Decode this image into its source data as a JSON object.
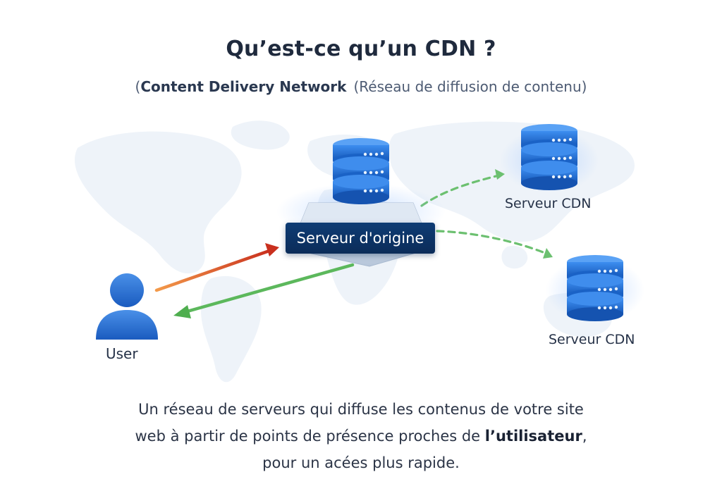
{
  "title": "Qu’est-ce qu’un CDN ?",
  "subtitle": {
    "open_paren": "(",
    "term": "Content Delivery Network",
    "translation": "(Réseau de diffusion de contenu)"
  },
  "nodes": {
    "origin_label": "Serveur d'origine",
    "cdn_1_label": "Serveur CDN",
    "cdn_2_label": "Serveur CDN",
    "user_label": "User"
  },
  "description": {
    "line1": "Un réseau de serveurs qui diffuse les contenus de votre site",
    "line2_before": "web à partir de points de présence proches de ",
    "line2_bold": "l’utilisateur",
    "line2_after": ",",
    "line3": "pour un acées plus rapide."
  },
  "colors": {
    "request_arrow": "#d9452a",
    "response_arrow": "#5cb85c",
    "server_blue": "#1f6fd6",
    "origin_label_bg": "#0e3c74"
  }
}
